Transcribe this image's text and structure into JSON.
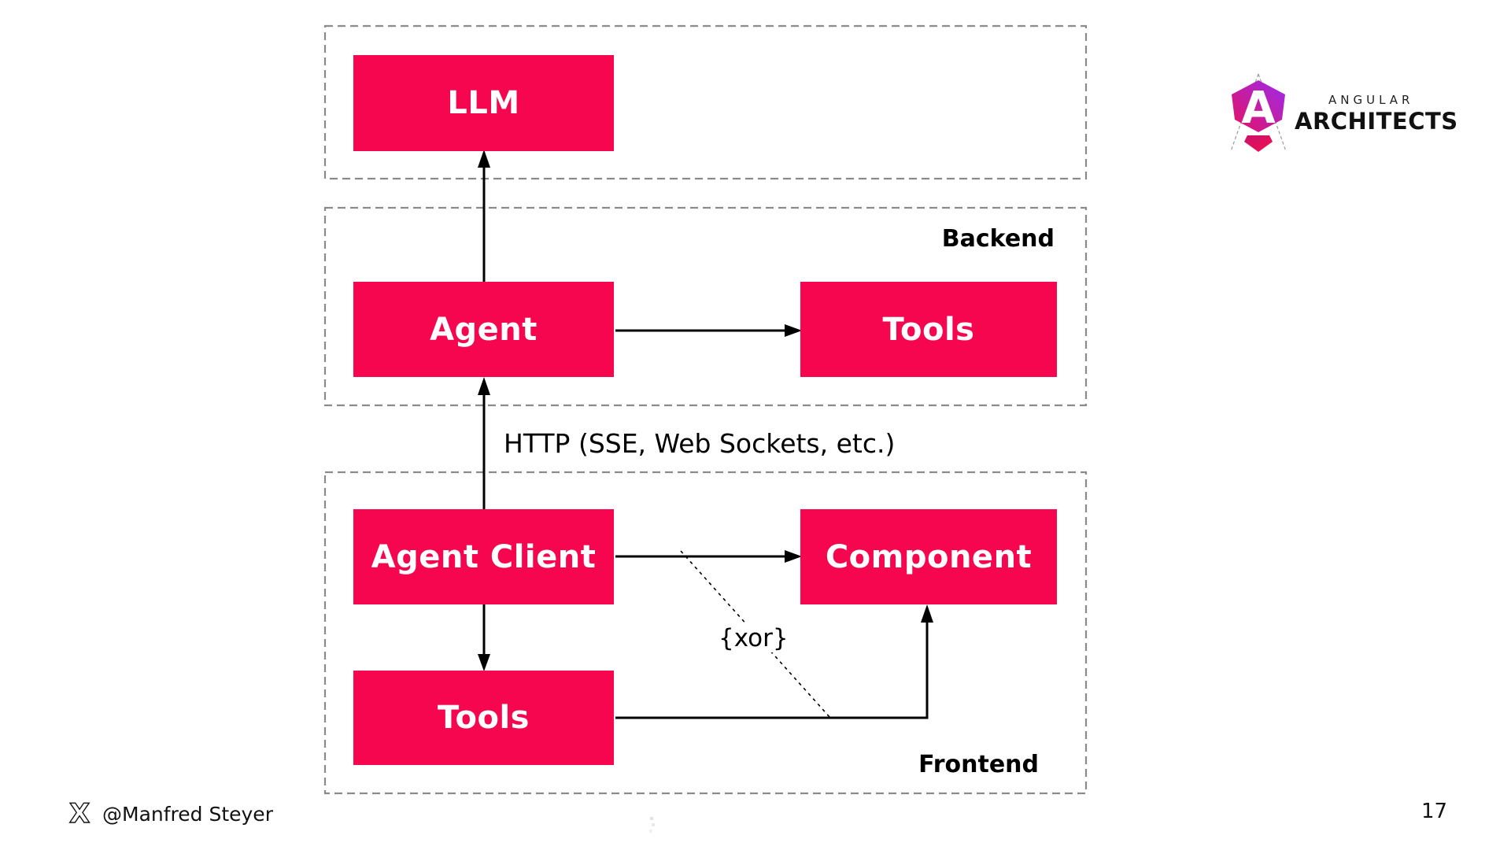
{
  "colors": {
    "node_fill": "#F5064E",
    "node_text": "#FFFFFF",
    "container_border": "#8A8A8A",
    "arrow": "#000000",
    "label_text": "#000000",
    "logo_pink": "#E7115F",
    "logo_purple": "#9C2BEE"
  },
  "logo": {
    "monogram": "A",
    "line1": "ANGULAR",
    "line2": "ARCHITECTS"
  },
  "containers": {
    "backend_label": "Backend",
    "frontend_label": "Frontend"
  },
  "nodes": {
    "llm": "LLM",
    "agent": "Agent",
    "backend_tools": "Tools",
    "agent_client": "Agent Client",
    "component": "Component",
    "frontend_tools": "Tools"
  },
  "edge_labels": {
    "http": "HTTP (SSE, Web Sockets, etc.)",
    "xor": "{xor}"
  },
  "footer": {
    "handle": "@Manfred Steyer",
    "page_number": "17"
  }
}
